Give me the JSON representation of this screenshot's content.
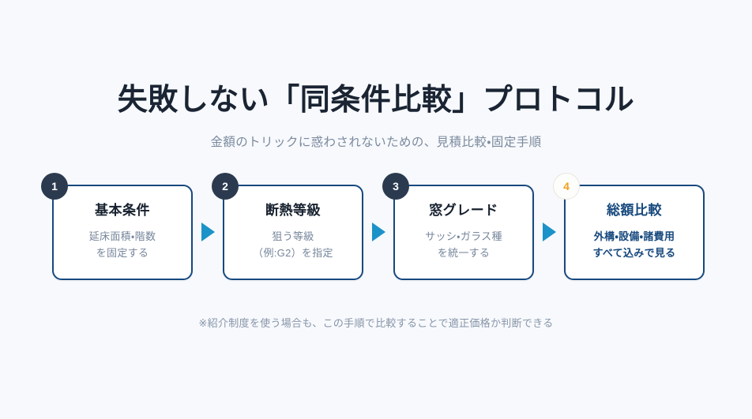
{
  "header": {
    "title": "失敗しない「同条件比較」プロトコル",
    "subtitle": "金額のトリックに惑わされないための、見積比較・固定手順"
  },
  "flow": {
    "arrow_glyph": "▶",
    "steps": [
      {
        "number": "1",
        "title": "基本条件",
        "desc_line1": "延床面積・階数",
        "desc_line2": "を固定する",
        "highlight": false
      },
      {
        "number": "2",
        "title": "断熱等級",
        "desc_line1": "狙う等級",
        "desc_line2": "（例:G2）を指定",
        "highlight": false
      },
      {
        "number": "3",
        "title": "窓グレード",
        "desc_line1": "サッシ・ガラス種",
        "desc_line2": "を統一する",
        "highlight": false
      },
      {
        "number": "4",
        "title": "総額比較",
        "desc_line1": "外構・設備・諸費用",
        "desc_line2": "すべて込みで見る",
        "highlight": true
      }
    ]
  },
  "footnote": {
    "text": "※紹介制度を使う場合も、この手順で比較することで適正価格か判断できる"
  },
  "colors": {
    "background": "#f7f9fc",
    "card_border": "#17497e",
    "badge_default": "#2b3a4f",
    "badge_final_text": "#f0a020",
    "arrow": "#1b93c8",
    "title_text": "#1a2433",
    "muted_text": "#7b8a9e"
  }
}
